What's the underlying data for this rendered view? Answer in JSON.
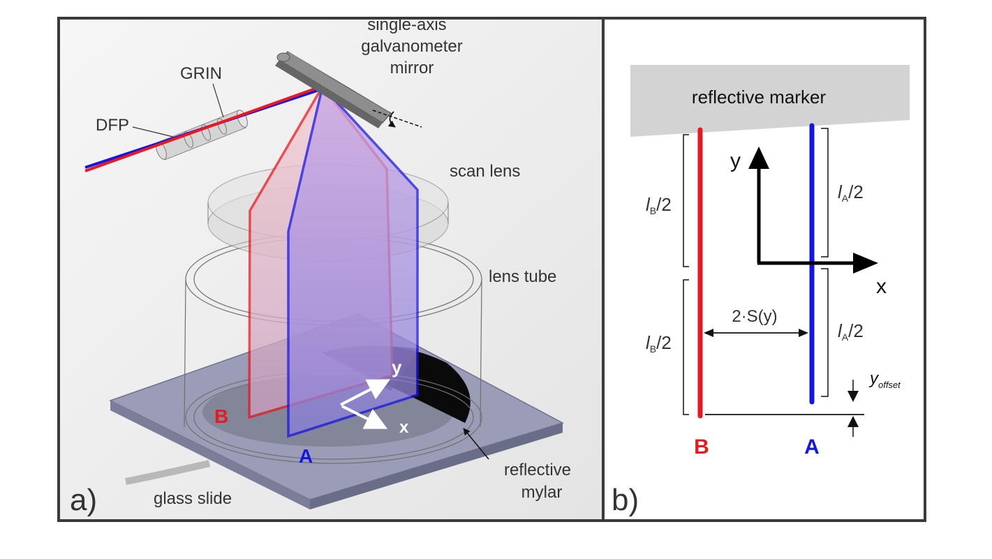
{
  "panel_a": {
    "label": "a)",
    "components": {
      "dfp": "DFP",
      "grin": "GRIN",
      "galvo_line1": "single-axis",
      "galvo_line2": "galvanometer",
      "galvo_line3": "mirror",
      "scan_lens": "scan lens",
      "lens_tube": "lens tube",
      "glass_slide": "glass slide",
      "mylar_line1": "reflective",
      "mylar_line2": "mylar"
    },
    "beams": {
      "b": "B",
      "a": "A"
    },
    "axes": {
      "y": "y",
      "x": "x"
    }
  },
  "panel_b": {
    "label": "b)",
    "marker": "reflective marker",
    "axes": {
      "y": "y",
      "x": "x"
    },
    "lb_top": {
      "sym": "l",
      "sub": "B",
      "rest": "/2"
    },
    "lb_bottom": {
      "sym": "l",
      "sub": "B",
      "rest": "/2"
    },
    "la_top": {
      "sym": "l",
      "sub": "A",
      "rest": "/2"
    },
    "la_bottom": {
      "sym": "l",
      "sub": "A",
      "rest": "/2"
    },
    "separation": "2·S(y)",
    "offset": {
      "sym": "y",
      "sub": "offset"
    },
    "line_b": "B",
    "line_a": "A"
  },
  "colors": {
    "beam_b": "#e8191f",
    "beam_a": "#1515e6",
    "frame": "#3a3a3a",
    "panel_a_bg": "#f2f2f2",
    "marker_fill": "#d3d3d3"
  }
}
